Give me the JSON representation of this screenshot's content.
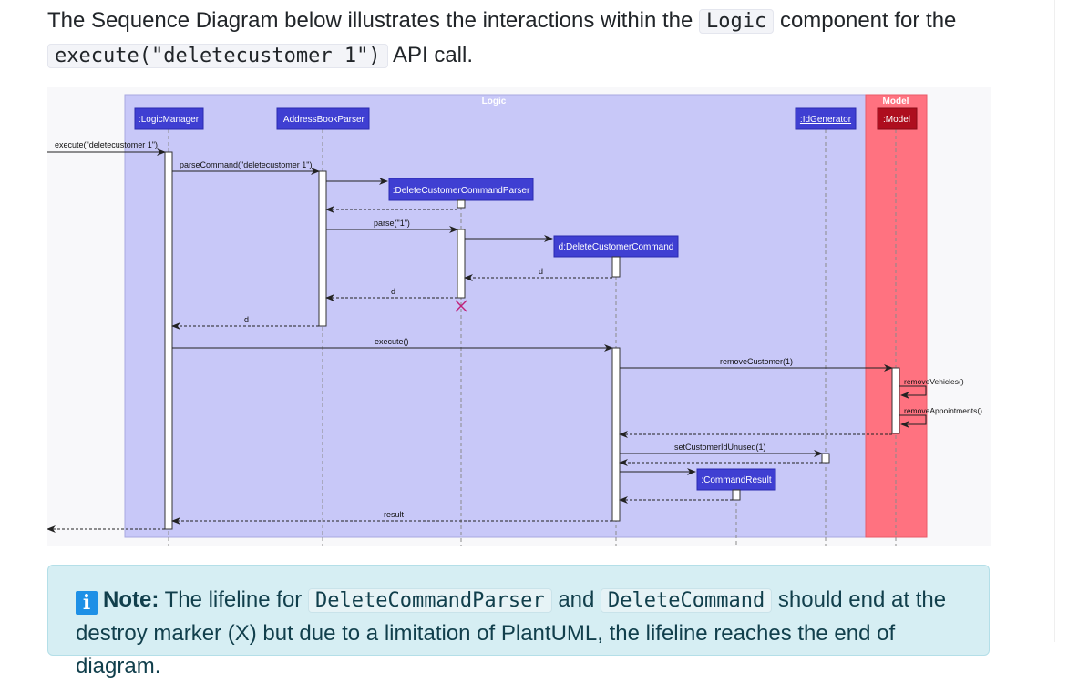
{
  "intro": {
    "text_before": "The Sequence Diagram below illustrates the interactions within the",
    "logic_code": "Logic",
    "text_middle": "component for the",
    "api_code": "execute(\"deletecustomer 1\")",
    "text_after": "API call."
  },
  "diagram": {
    "colors": {
      "logic_box": "#c8c8f8",
      "model_box": "#ff7280",
      "participant": "#3f3fd2",
      "model_participant": "#ae0e1e",
      "lifeline": "#8a8a8a",
      "destroy": "#c0207a"
    },
    "boxes": {
      "logic": "Logic",
      "model": "Model"
    },
    "participants": [
      {
        "id": "lm",
        "label": ":LogicManager"
      },
      {
        "id": "abp",
        "label": ":AddressBookParser"
      },
      {
        "id": "dccp",
        "label": ":DeleteCustomerCommandParser"
      },
      {
        "id": "dcc",
        "label": "d:DeleteCustomerCommand"
      },
      {
        "id": "idg",
        "label": ":IdGenerator"
      },
      {
        "id": "model",
        "label": ":Model"
      }
    ],
    "messages": [
      {
        "id": "m1",
        "label": "execute(\"deletecustomer 1\")"
      },
      {
        "id": "m2",
        "label": "parseCommand(\"deletecustomer 1\")"
      },
      {
        "id": "m3",
        "label": "parse(\"1\")"
      },
      {
        "id": "m4",
        "label": "d"
      },
      {
        "id": "m5",
        "label": "d"
      },
      {
        "id": "m6",
        "label": "d"
      },
      {
        "id": "m7",
        "label": "execute()"
      },
      {
        "id": "m8",
        "label": "removeCustomer(1)"
      },
      {
        "id": "m9",
        "label": "removeVehicles()"
      },
      {
        "id": "m10",
        "label": "removeAppointments()"
      },
      {
        "id": "m11",
        "label": "setCustomerIdUnused(1)"
      },
      {
        "id": "m12",
        "label": "result"
      }
    ],
    "created_participant": ":CommandResult"
  },
  "note": {
    "label": "Note:",
    "text1": "The lifeline for",
    "code1": "DeleteCommandParser",
    "text2": "and",
    "code2": "DeleteCommand",
    "text3": "should end at the destroy marker (X) but due to a limitation of PlantUML, the lifeline reaches the end of diagram."
  }
}
